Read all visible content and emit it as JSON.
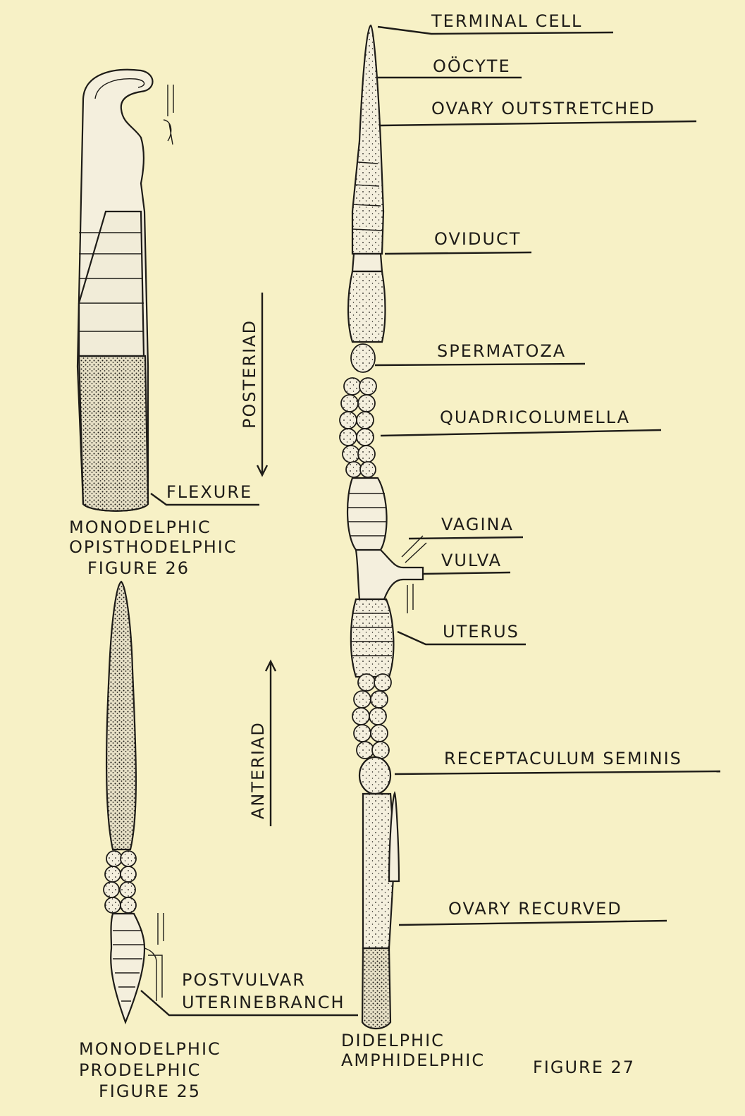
{
  "labels": {
    "terminal_cell": "TERMINAL CELL",
    "oocyte": "OÖCYTE",
    "ovary_outstretched": "OVARY OUTSTRETCHED",
    "oviduct": "OVIDUCT",
    "spermatoza": "SPERMATOZA",
    "quadricolumella": "QUADRICOLUMELLA",
    "vagina": "VAGINA",
    "vulva": "VULVA",
    "uterus": "UTERUS",
    "receptaculum_seminis": "RECEPTACULUM SEMINIS",
    "ovary_recurved": "OVARY RECURVED",
    "flexure": "FLEXURE",
    "posteriad": "POSTERIAD",
    "anteriad": "ANTERIAD",
    "postvulvar_line1": "POSTVULVAR",
    "postvulvar_line2": "UTERINEBRANCH"
  },
  "captions": {
    "fig26_line1": "MONODELPHIC",
    "fig26_line2": "OPISTHODELPHIC",
    "fig26_line3": "FIGURE 26",
    "fig25_line1": "MONODELPHIC",
    "fig25_line2": "PRODELPHIC",
    "fig25_line3": "FIGURE 25",
    "fig27_line1": "DIDELPHIC",
    "fig27_line2": "AMPHIDELPHIC",
    "fig27_title": "FIGURE 27"
  },
  "colors": {
    "paper": "#f7f1c6",
    "ink": "#1e1c18"
  }
}
